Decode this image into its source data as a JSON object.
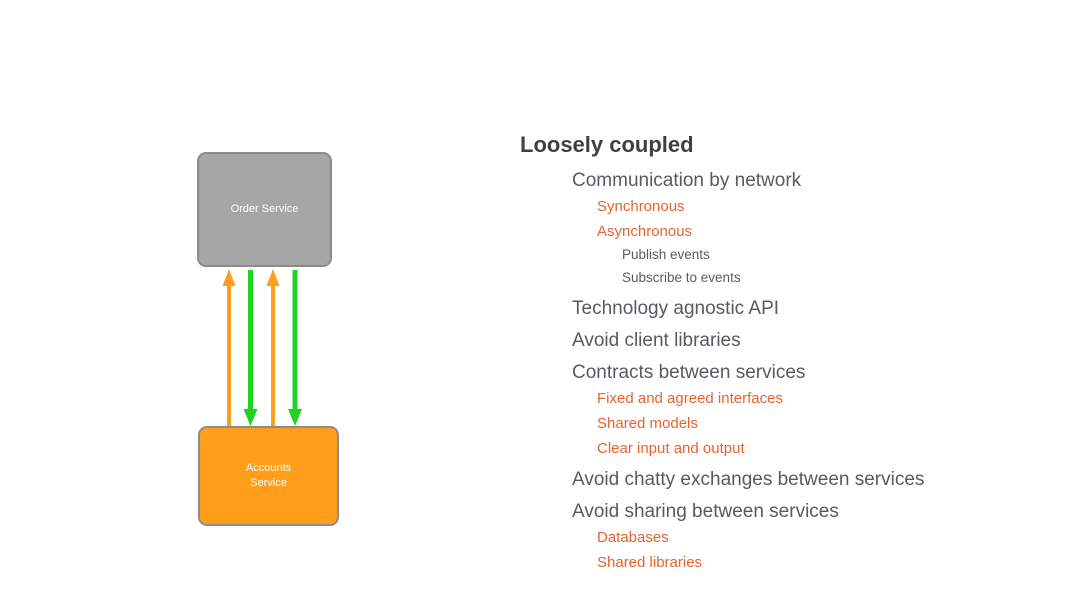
{
  "diagram": {
    "order_service": {
      "label": "Order Service",
      "fill": "#a6a6a6",
      "border": "#8c8c8c"
    },
    "accounts_service": {
      "label": "Accounts Service",
      "fill": "#ff9e1b",
      "border": "#8c8c8c"
    },
    "arrows": [
      {
        "direction": "up",
        "color": "#ff9e1b"
      },
      {
        "direction": "down",
        "color": "#1fd321"
      },
      {
        "direction": "up",
        "color": "#ff9e1b"
      },
      {
        "direction": "down",
        "color": "#1fd321"
      }
    ]
  },
  "outline": {
    "title": "Loosely coupled",
    "colors": {
      "title": "#3f4046",
      "level1": "#595a5f",
      "level2": "#e8632c",
      "level3": "#595a60"
    },
    "items": [
      {
        "label": "Communication by network",
        "level": 1
      },
      {
        "label": "Synchronous",
        "level": 2
      },
      {
        "label": "Asynchronous",
        "level": 2
      },
      {
        "label": "Publish events",
        "level": 3
      },
      {
        "label": "Subscribe to events",
        "level": 3
      },
      {
        "label": "Technology agnostic API",
        "level": 1
      },
      {
        "label": "Avoid client libraries",
        "level": 1
      },
      {
        "label": "Contracts between services",
        "level": 1
      },
      {
        "label": "Fixed and agreed interfaces",
        "level": 2
      },
      {
        "label": "Shared models",
        "level": 2
      },
      {
        "label": "Clear input and output",
        "level": 2
      },
      {
        "label": "Avoid chatty exchanges between services",
        "level": 1
      },
      {
        "label": "Avoid sharing between services",
        "level": 1
      },
      {
        "label": "Databases",
        "level": 2
      },
      {
        "label": "Shared libraries",
        "level": 2
      }
    ]
  }
}
